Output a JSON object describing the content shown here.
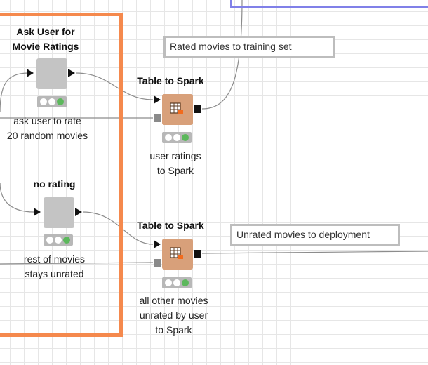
{
  "annotations": {
    "rated": "Rated movies to training set",
    "unrated": "Unrated movies to deployment"
  },
  "nodes": {
    "ask_user": {
      "title_line1": "Ask User for",
      "title_line2": "Movie Ratings",
      "caption_line1": "ask user to rate",
      "caption_line2": "20 random movies",
      "status": [
        "empty",
        "empty",
        "green"
      ]
    },
    "no_rating": {
      "title": "no rating",
      "caption_line1": "rest of movies",
      "caption_line2": "stays unrated",
      "status": [
        "empty",
        "empty",
        "green"
      ]
    },
    "table_to_spark_1": {
      "title": "Table to Spark",
      "caption_line1": "user ratings",
      "caption_line2": "to Spark",
      "status": [
        "empty",
        "empty",
        "green"
      ]
    },
    "table_to_spark_2": {
      "title": "Table to Spark",
      "caption_line1": "all other movies",
      "caption_line2": "unrated by user",
      "caption_line3": "to Spark",
      "status": [
        "empty",
        "empty",
        "green"
      ]
    }
  },
  "colors": {
    "orange_frame": "#f5894d",
    "blue_frame": "#8080e8",
    "spark_node": "#d8a07a",
    "meta_node": "#c4c4c4",
    "status_green": "#5cb85c"
  },
  "icons": {
    "spark_node_icon": "table-to-spark-icon"
  }
}
